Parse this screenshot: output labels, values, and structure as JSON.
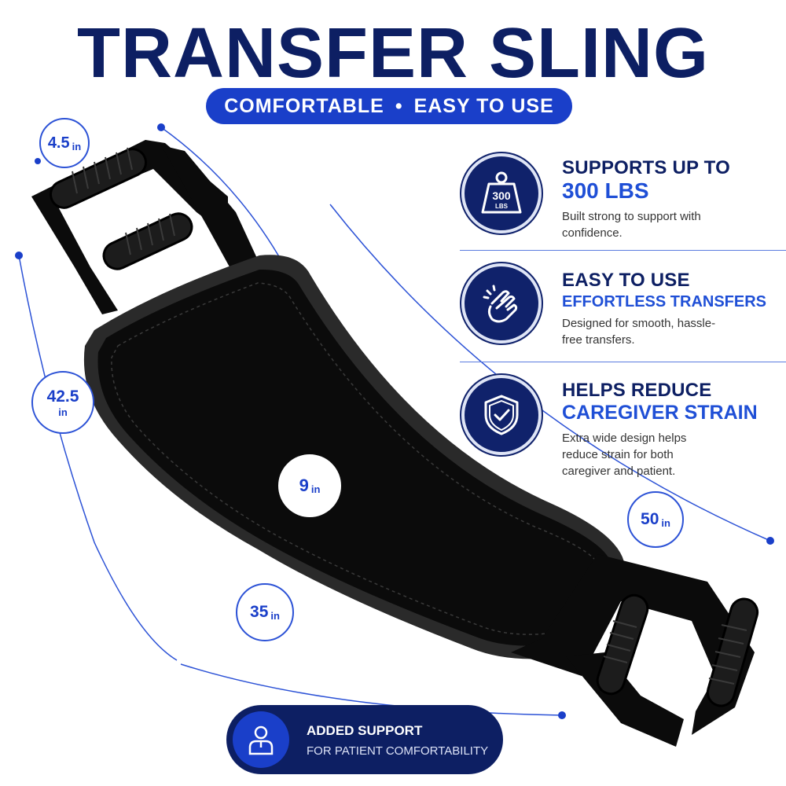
{
  "title": "TRANSFER SLING",
  "subtitle": {
    "left": "COMFORTABLE",
    "separator": "•",
    "right": "EASY TO USE"
  },
  "dimensions": [
    {
      "value": "4.5",
      "unit": "in"
    },
    {
      "value": "42.5",
      "unit": "in"
    },
    {
      "value": "9",
      "unit": "in"
    },
    {
      "value": "50",
      "unit": "in"
    },
    {
      "value": "35",
      "unit": "in"
    }
  ],
  "features": [
    {
      "icon": "weight-icon",
      "icon_text_top": "300",
      "icon_text_bottom": "LBS",
      "heading": "SUPPORTS UP TO",
      "highlight": "300 LBS",
      "description": "Built strong to support with confidence."
    },
    {
      "icon": "hand-snap-icon",
      "heading": "EASY TO USE",
      "highlight": "EFFORTLESS TRANSFERS",
      "description": "Designed for smooth, hassle-free transfers."
    },
    {
      "icon": "shield-check-icon",
      "heading": "HELPS REDUCE",
      "highlight": "CAREGIVER STRAIN",
      "description": "Extra wide design helps reduce strain for both caregiver and patient."
    }
  ],
  "bottom_badge": {
    "icon": "person-icon",
    "line1": "ADDED SUPPORT",
    "line2": "FOR PATIENT COMFORTABILITY"
  },
  "colors": {
    "navy": "#0d1f63",
    "accent_blue": "#1a3fc9",
    "sling_black": "#0b0b0b"
  }
}
